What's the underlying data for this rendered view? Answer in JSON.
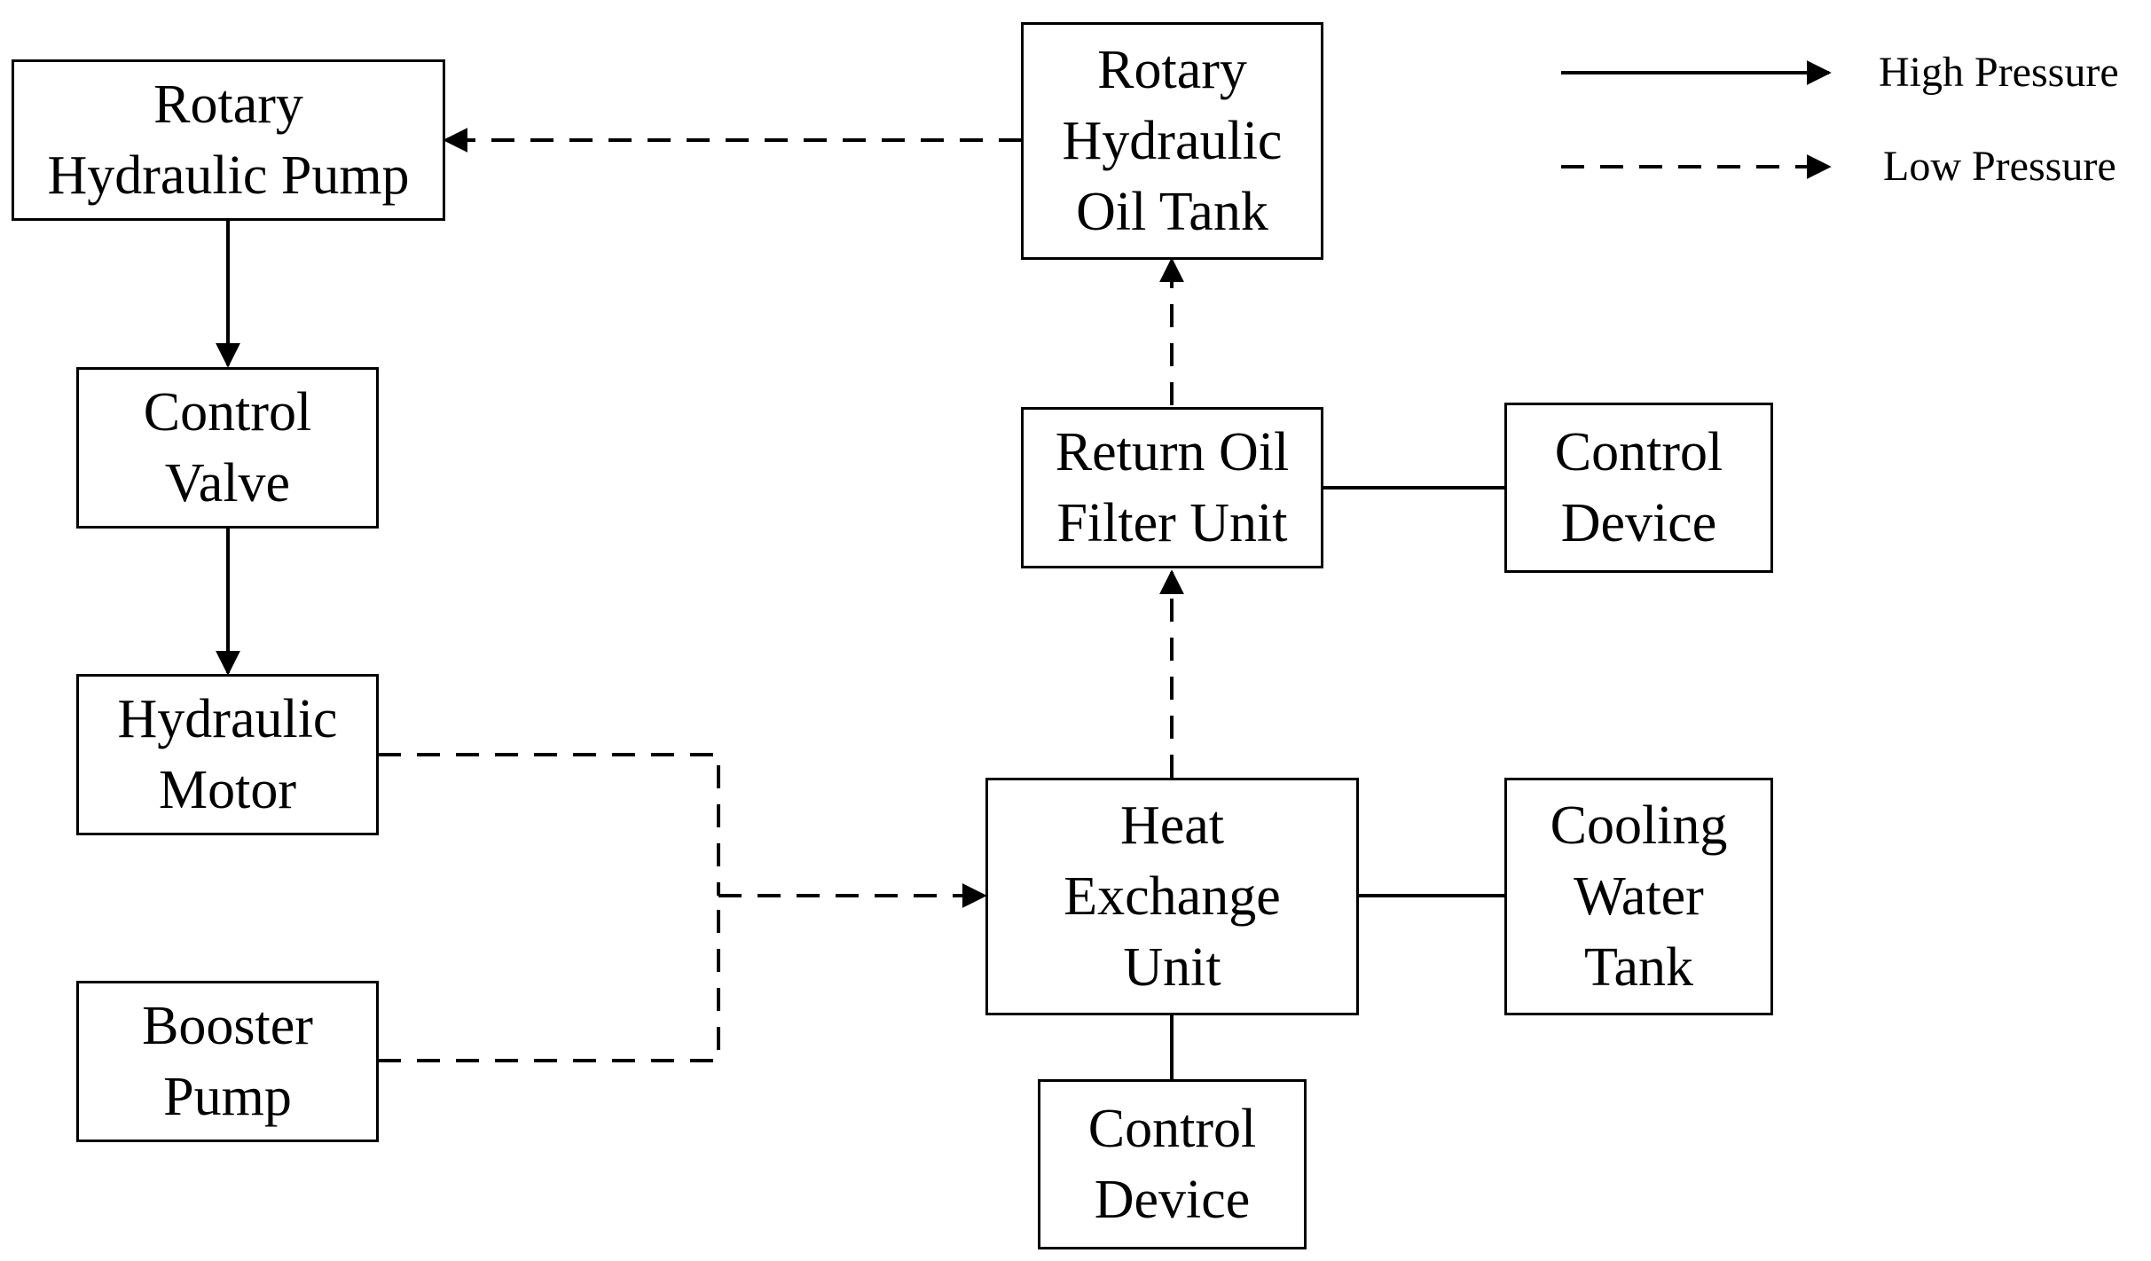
{
  "boxes": {
    "rotary_pump": "Rotary\nHydraulic Pump",
    "control_valve": "Control\nValve",
    "hydraulic_motor": "Hydraulic\nMotor",
    "booster_pump": "Booster\nPump",
    "oil_tank": "Rotary\nHydraulic\nOil Tank",
    "return_filter": "Return Oil\nFilter Unit",
    "control_device_top": "Control\nDevice",
    "heat_exchange": "Heat\nExchange\nUnit",
    "cooling_tank": "Cooling\nWater\nTank",
    "control_device_bottom": "Control\nDevice"
  },
  "legend": {
    "high": "High Pressure",
    "low": "Low Pressure"
  },
  "colors": {
    "line": "#000000",
    "background": "#ffffff"
  }
}
